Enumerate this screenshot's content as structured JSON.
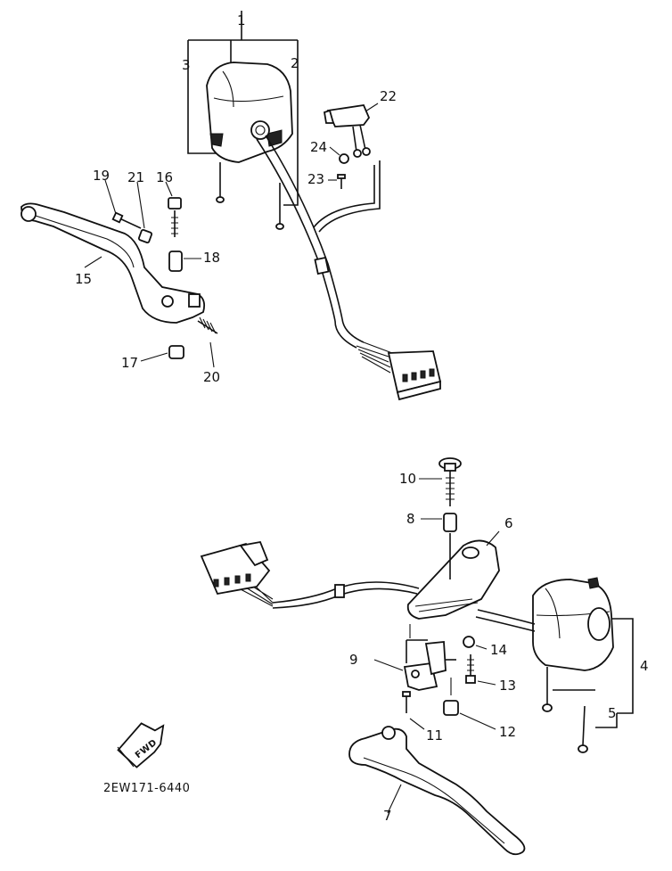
{
  "diagram": {
    "code": "2EW171-6440",
    "fwd_label": "FWD",
    "callouts": {
      "c1": "1",
      "c2": "2",
      "c3": "3",
      "c4": "4",
      "c5": "5",
      "c6": "6",
      "c7": "7",
      "c8": "8",
      "c9": "9",
      "c10": "10",
      "c11": "11",
      "c12": "12",
      "c13": "13",
      "c14": "14",
      "c15": "15",
      "c16": "16",
      "c17": "17",
      "c18": "18",
      "c19": "19",
      "c20": "20",
      "c21": "21",
      "c22": "22",
      "c23": "23",
      "c24": "24"
    }
  }
}
